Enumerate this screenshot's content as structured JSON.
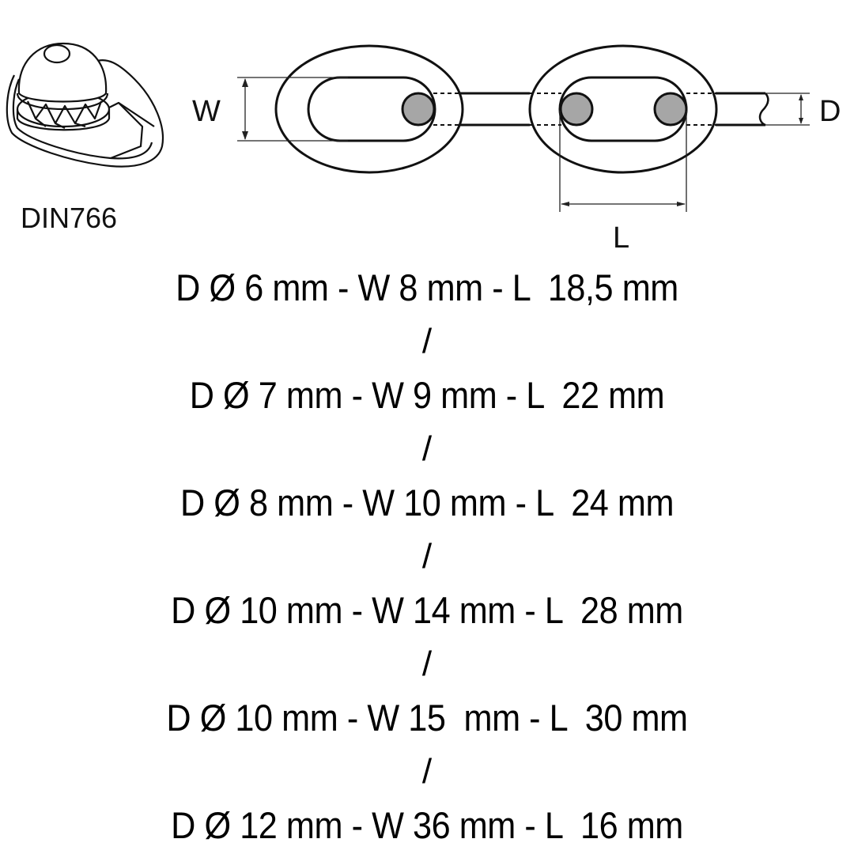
{
  "product": {
    "standard_label": "DIN766",
    "icon": "windlass-gypsy-icon"
  },
  "diagram": {
    "labels": {
      "width": "W",
      "diameter": "D",
      "length": "L"
    },
    "colors": {
      "stroke": "#111111",
      "section_fill": "#a6a6a6",
      "background": "#ffffff"
    }
  },
  "specs": {
    "separator": "/",
    "items": [
      {
        "text": "D Ø 6 mm - W 8 mm - L  18,5 mm",
        "D_mm": "6",
        "W_mm": "8",
        "L_mm": "18,5"
      },
      {
        "text": "D Ø 7 mm - W 9 mm - L  22 mm",
        "D_mm": "7",
        "W_mm": "9",
        "L_mm": "22"
      },
      {
        "text": "D Ø 8 mm - W 10 mm - L  24 mm",
        "D_mm": "8",
        "W_mm": "10",
        "L_mm": "24"
      },
      {
        "text": "D Ø 10 mm - W 14 mm - L  28 mm",
        "D_mm": "10",
        "W_mm": "14",
        "L_mm": "28"
      },
      {
        "text": "D Ø 10 mm - W 15  mm - L  30 mm",
        "D_mm": "10",
        "W_mm": "15",
        "L_mm": "30"
      },
      {
        "text": "D Ø 12 mm - W 36 mm - L  16 mm",
        "D_mm": "12",
        "W_mm": "36",
        "L_mm": "16"
      }
    ]
  }
}
